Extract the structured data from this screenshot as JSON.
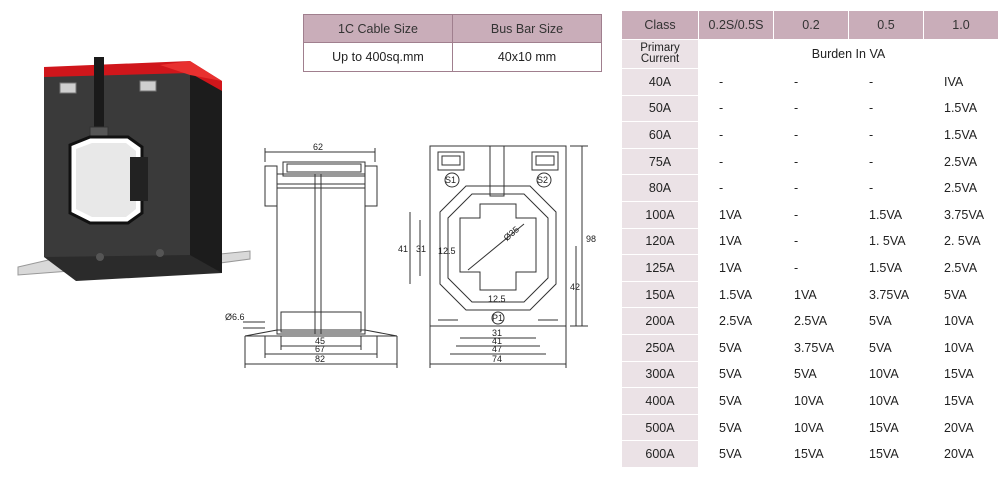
{
  "cable_table": {
    "headers": [
      "1C Cable Size",
      "Bus Bar Size"
    ],
    "row": [
      "Up to 400sq.mm",
      "40x10 mm"
    ]
  },
  "side_drawing": {
    "dims": [
      "62",
      "Ø6.6",
      "45",
      "67",
      "82"
    ]
  },
  "front_drawing": {
    "terminals": [
      "S1",
      "S2",
      "P1"
    ],
    "dims": [
      "Ø35",
      "12.5",
      "12.5",
      "41",
      "31",
      "98",
      "42",
      "31",
      "41",
      "47",
      "74"
    ]
  },
  "burden_table": {
    "headers": [
      "Class",
      "0.2S/0.5S",
      "0.2",
      "0.5",
      "1.0"
    ],
    "primary_label": "Primary Current",
    "unit_label": "Burden In VA",
    "rows": [
      [
        "40A",
        "-",
        "-",
        "-",
        "IVA"
      ],
      [
        "50A",
        "-",
        "-",
        "-",
        "1.5VA"
      ],
      [
        "60A",
        "-",
        "-",
        "-",
        "1.5VA"
      ],
      [
        "75A",
        "-",
        "-",
        "-",
        "2.5VA"
      ],
      [
        "80A",
        "-",
        "-",
        "-",
        "2.5VA"
      ],
      [
        "100A",
        "1VA",
        "-",
        "1.5VA",
        "3.75VA"
      ],
      [
        "120A",
        "1VA",
        "-",
        "1. 5VA",
        "2. 5VA"
      ],
      [
        "125A",
        "1VA",
        "-",
        "1.5VA",
        "2.5VA"
      ],
      [
        "150A",
        "1.5VA",
        "1VA",
        "3.75VA",
        "5VA"
      ],
      [
        "200A",
        "2.5VA",
        "2.5VA",
        "5VA",
        "10VA"
      ],
      [
        "250A",
        "5VA",
        "3.75VA",
        "5VA",
        "10VA"
      ],
      [
        "300A",
        "5VA",
        "5VA",
        "10VA",
        "15VA"
      ],
      [
        "400A",
        "5VA",
        "10VA",
        "10VA",
        "15VA"
      ],
      [
        "500A",
        "5VA",
        "10VA",
        "15VA",
        "20VA"
      ],
      [
        "600A",
        "5VA",
        "15VA",
        "15VA",
        "20VA"
      ]
    ]
  }
}
